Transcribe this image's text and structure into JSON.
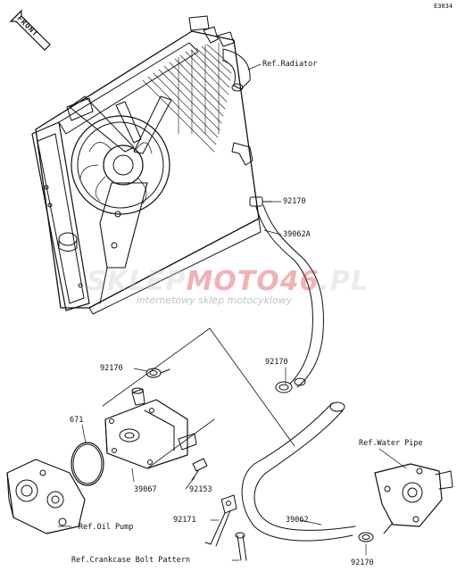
{
  "diagram_code": "E3034",
  "front_badge": "FRONT",
  "watermark": {
    "part1": "SKLEP",
    "part2": "MOTO",
    "part3": "46",
    "part4": ".PL",
    "subtitle": "internetowy sklep motocyklowy",
    "color_gray": "#c8c8c8",
    "color_red": "#d9262b"
  },
  "labels": {
    "ref_radiator": "Ref.Radiator",
    "part_92170_a": "92170",
    "part_39062a": "39062A",
    "part_92170_b": "92170",
    "part_92170_c": "92170",
    "part_671": "671",
    "ref_water_pipe": "Ref.Water Pipe",
    "part_39067": "39067",
    "part_92153": "92153",
    "part_92171": "92171",
    "part_39062": "39062",
    "ref_oil_pump": "Ref.Oil Pump",
    "ref_crankcase": "Ref.Crankcase Bolt Pattern",
    "part_92170_d": "92170"
  }
}
